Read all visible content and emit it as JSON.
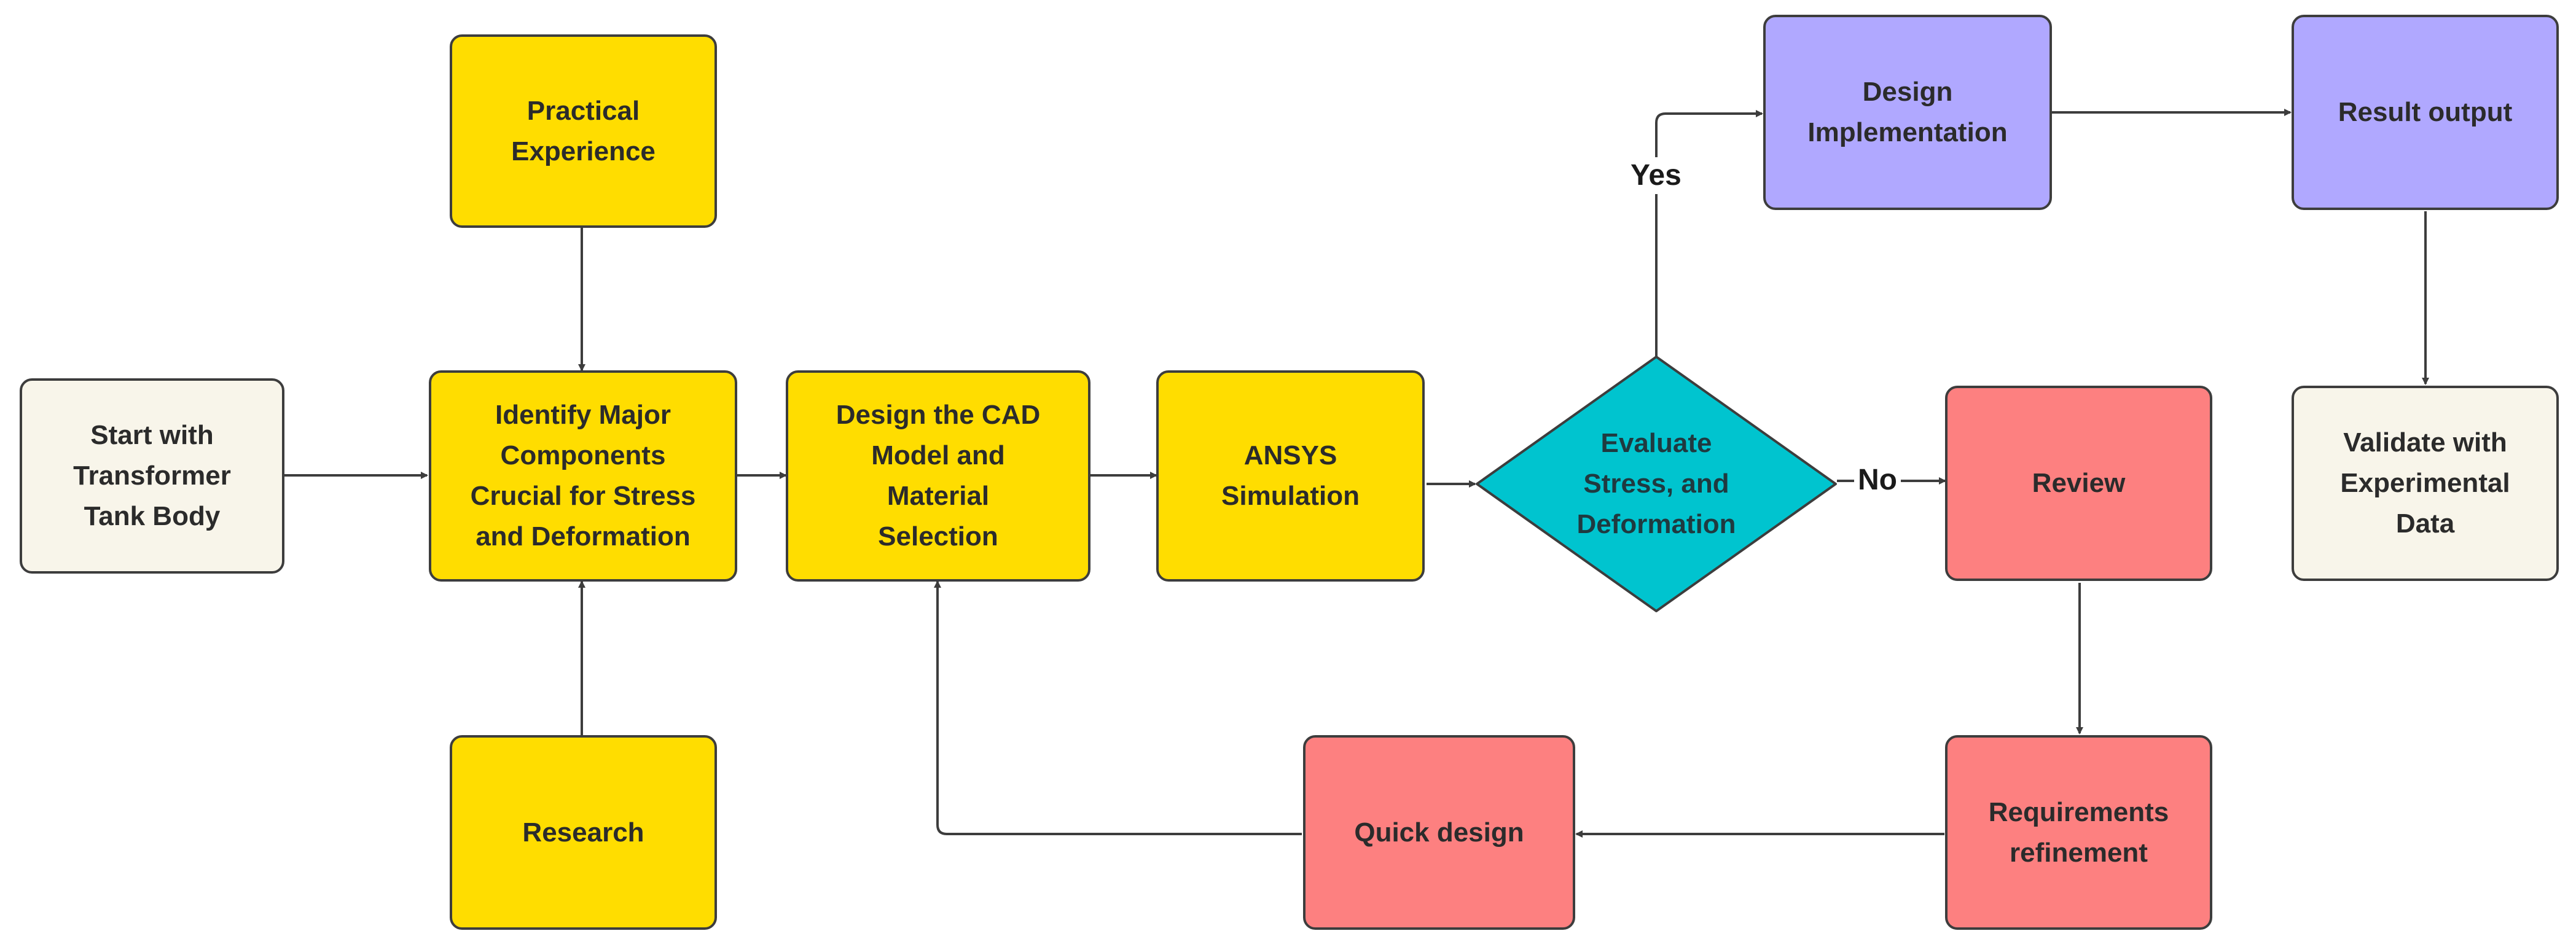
{
  "nodes": {
    "start": "Start with\nTransformer\nTank Body",
    "practical": "Practical\nExperience",
    "identify": "Identify Major\nComponents\nCrucial for Stress\nand Deformation",
    "research": "Research",
    "cad": "Design the CAD\nModel and\nMaterial\nSelection",
    "ansys": "ANSYS\nSimulation",
    "evaluate": "Evaluate\nStress, and\nDeformation",
    "implementation": "Design\nImplementation",
    "result": "Result output",
    "validate": "Validate with\nExperimental\nData",
    "review": "Review",
    "refinement": "Requirements\nrefinement",
    "quick": "Quick design"
  },
  "edge_labels": {
    "yes": "Yes",
    "no": "No"
  },
  "colors": {
    "yellow": "#ffdd00",
    "cream": "#f8f5ea",
    "purple": "#b0a8ff",
    "red": "#fd8080",
    "diamond": "#00c4cf",
    "border": "#3d3d3d"
  }
}
